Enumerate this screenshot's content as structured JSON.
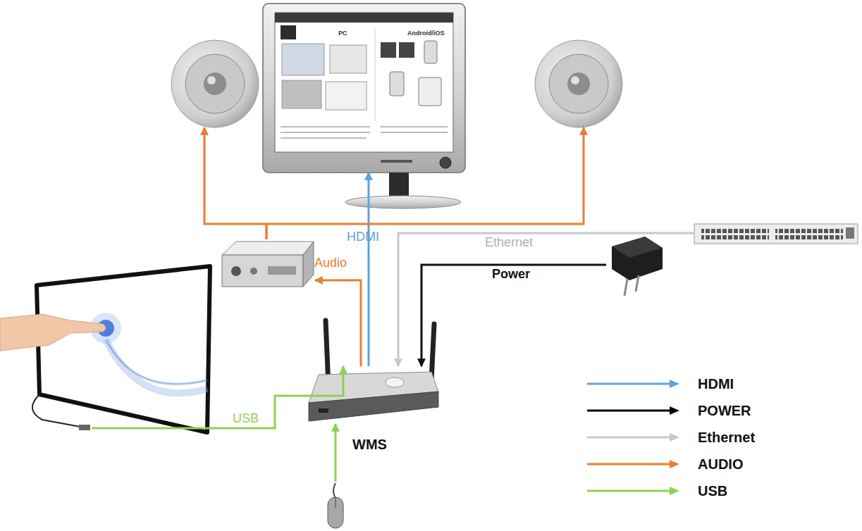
{
  "diagram": {
    "nodes": [
      {
        "text": [
          "PC",
          "Android/iOS"
        ]
      },
      {
        "text": []
      },
      {
        "text": []
      },
      {
        "text": []
      },
      {
        "text": []
      },
      {
        "text": [
          "WMS"
        ]
      },
      {
        "text": []
      },
      {
        "text": []
      },
      {
        "text": []
      }
    ],
    "edges": [
      {
        "from": 5,
        "to": 0,
        "arrow": "to",
        "label": "HDMI"
      },
      {
        "from": 5,
        "to": 3,
        "arrow": "to",
        "label": "Audio"
      },
      {
        "from": 3,
        "to": 1,
        "arrow": "to"
      },
      {
        "from": 3,
        "to": 2,
        "arrow": "to"
      },
      {
        "from": 7,
        "to": 5,
        "arrow": "to",
        "label": "Ethernet"
      },
      {
        "from": 8,
        "to": 5,
        "arrow": "to",
        "label": "Power"
      },
      {
        "from": 4,
        "to": 5,
        "arrow": "to",
        "label": "USB"
      },
      {
        "from": 6,
        "to": 5,
        "arrow": "to"
      }
    ],
    "legend": [
      {
        "text": "HDMI",
        "color": "#5fa3d9"
      },
      {
        "text": "POWER",
        "color": "#000000"
      },
      {
        "text": "Ethernet",
        "color": "#c8c8c8"
      },
      {
        "text": "AUDIO",
        "color": "#ed7d31"
      },
      {
        "text": "USB",
        "color": "#8fd14f"
      }
    ]
  }
}
